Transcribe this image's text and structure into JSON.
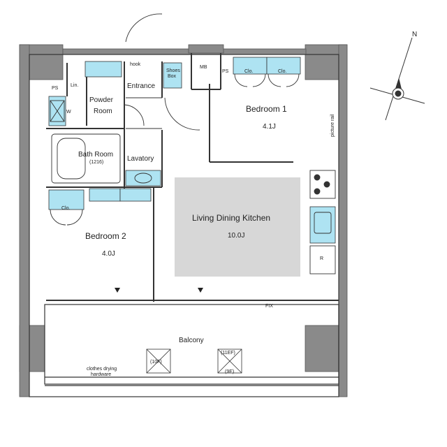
{
  "rooms": {
    "ps_left": "PS",
    "lin": "Lin.",
    "powder_room_line1": "Powder",
    "powder_room_line2": "Room",
    "washer": "W",
    "entrance": "Entrance",
    "hook": "hook",
    "shoes_box_line1": "Shoes",
    "shoes_box_line2": "Box",
    "mb": "MB",
    "ps_right": "PS",
    "bedroom1": "Bedroom 1",
    "bedroom1_size": "4.1J",
    "picture_rail": "picture rail",
    "bath_room": "Bath Room",
    "bath_size": "(1216)",
    "lavatory": "Lavatory",
    "bedroom2": "Bedroom 2",
    "bedroom2_size": "4.0J",
    "ldk": "Living Dining Kitchen",
    "ldk_size": "10.0J",
    "fridge": "R",
    "fix": "FIX",
    "balcony": "Balcony",
    "clothes_drying_line1": "clothes drying",
    "clothes_drying_line2": "hardware",
    "hatch_10f": "(10F)",
    "hatch_11f": "(11EF)",
    "hatch_9e": "(9E)"
  },
  "closets": {
    "bedroom1_a": "Clo.",
    "bedroom1_b": "Clo.",
    "bedroom2": "Clo."
  },
  "compass": {
    "north": "N"
  },
  "colors": {
    "storage_blue": "#aee3f2",
    "wall_gray": "#8a8a8a",
    "ldk_fill": "#d7d7d7",
    "line": "#333333"
  }
}
